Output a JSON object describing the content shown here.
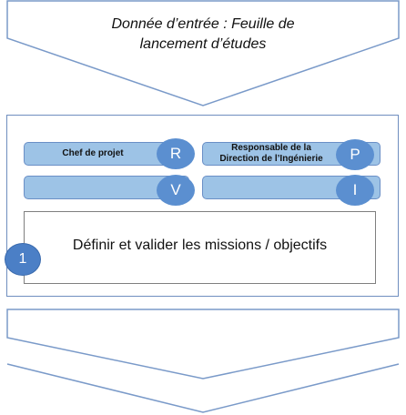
{
  "input": {
    "line1": "Donnée d’entrée : Feuille de",
    "line2": "lancement d’études"
  },
  "roles": {
    "r": {
      "label": "Chef de projet",
      "letter": "R"
    },
    "p": {
      "label_line1": "Responsable de la",
      "label_line2": "Direction de l’Ingénierie",
      "letter": "P"
    },
    "v": {
      "label": "",
      "letter": "V"
    },
    "i": {
      "label": "",
      "letter": "I"
    }
  },
  "task": {
    "number": "1",
    "title": "Définir et valider les missions / objectifs"
  },
  "colors": {
    "chevron_stroke": "#7a9ac9",
    "role_bar_fill": "#9dc3e6",
    "letter_circle_fill": "#5b8fd0",
    "step_circle_fill": "#4b7fc6"
  }
}
